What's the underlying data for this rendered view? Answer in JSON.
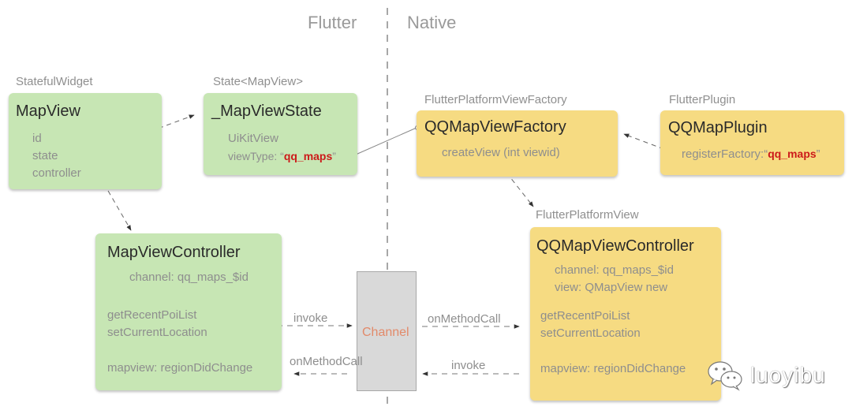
{
  "sections": {
    "left": "Flutter",
    "right": "Native"
  },
  "colors": {
    "flutter_box": "#c7e6b4",
    "native_box": "#f6db82",
    "channel_box": "#d9d9d9",
    "highlight": "#cc1a1a",
    "channel_text": "#e28a6a"
  },
  "map_view": {
    "stereotype": "StatefulWidget",
    "title": "MapView",
    "members": [
      "id",
      "state",
      "controller"
    ]
  },
  "map_view_state": {
    "stereotype": "State<MapView>",
    "title": "_MapViewState",
    "members": [
      "UiKitView"
    ],
    "view_type_prefix": "viewType: “",
    "view_type_value": "qq_maps",
    "view_type_suffix": "”"
  },
  "factory": {
    "stereotype": "FlutterPlatformViewFactory",
    "title": "QQMapViewFactory",
    "members": [
      "createView (int viewid)"
    ]
  },
  "plugin": {
    "stereotype": "FlutterPlugin",
    "title": "QQMapPlugin",
    "register_prefix": "registerFactory:“",
    "register_value": "qq_maps",
    "register_suffix": "”"
  },
  "map_view_controller": {
    "title": "MapViewController",
    "channel": "channel: qq_maps_$id",
    "methods": [
      "getRecentPoiList",
      "setCurrentLocation"
    ],
    "callback": "mapview: regionDidChange"
  },
  "qq_map_view_controller": {
    "stereotype": "FlutterPlatformView",
    "title": "QQMapViewController",
    "fields": [
      "channel: qq_maps_$id",
      "view: QMapView new"
    ],
    "methods": [
      "getRecentPoiList",
      "setCurrentLocation"
    ],
    "callback": "mapview: regionDidChange"
  },
  "channel": {
    "label": "Channel"
  },
  "edges": {
    "left_invoke": "invoke",
    "left_on_method_call": "onMethodCall",
    "right_on_method_call": "onMethodCall",
    "right_invoke": "invoke"
  },
  "watermark": {
    "text": "luoyibu",
    "icon": "wechat-icon"
  }
}
